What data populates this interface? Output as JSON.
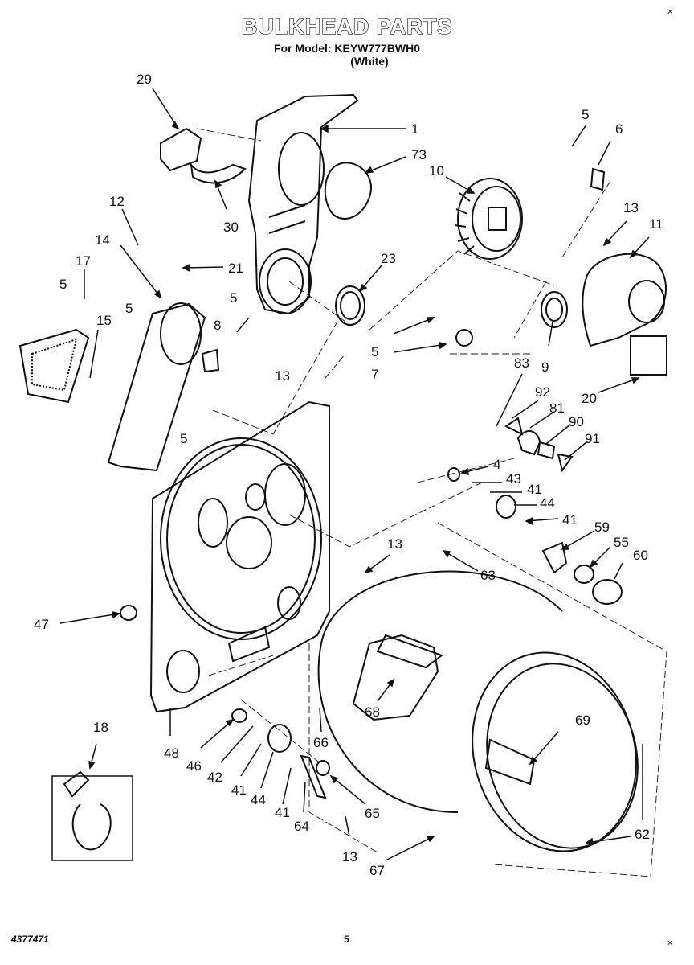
{
  "title": "BULKHEAD PARTS",
  "subtitle_line1": "For Model: KEYW777BWH0",
  "subtitle_line2": "(White)",
  "footer_left": "4377471",
  "page_number": "5",
  "callouts": [
    "29",
    "1",
    "73",
    "30",
    "10",
    "5",
    "6",
    "13",
    "11",
    "12",
    "14",
    "17",
    "21",
    "23",
    "5",
    "15",
    "5",
    "8",
    "5",
    "13",
    "5",
    "7",
    "83",
    "9",
    "20",
    "92",
    "81",
    "90",
    "91",
    "5",
    "4",
    "43",
    "41",
    "44",
    "41",
    "59",
    "55",
    "60",
    "13",
    "63",
    "47",
    "68",
    "69",
    "66",
    "18",
    "48",
    "46",
    "42",
    "41",
    "44",
    "41",
    "64",
    "65",
    "13",
    "62",
    "67"
  ]
}
